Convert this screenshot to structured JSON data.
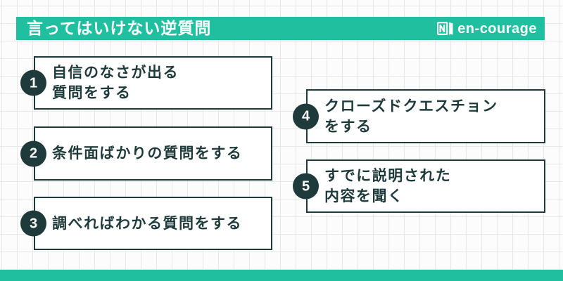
{
  "colors": {
    "accent": "#1fbfa0",
    "dark": "#1f3a3a",
    "background": "#fcfcfc",
    "grid_line": "#e8e8e8"
  },
  "header": {
    "title": "言ってはいけない逆質問",
    "logo_text": "en-courage",
    "logo_icon": "book-icon"
  },
  "items": [
    {
      "number": "1",
      "lines": [
        "自信のなさが出る",
        "質問をする"
      ]
    },
    {
      "number": "2",
      "lines": [
        "条件面ばかりの質問をする"
      ]
    },
    {
      "number": "3",
      "lines": [
        "調べればわかる質問をする"
      ]
    },
    {
      "number": "4",
      "lines": [
        "クローズドクエスチョン",
        "をする"
      ]
    },
    {
      "number": "5",
      "lines": [
        "すでに説明された",
        "内容を聞く"
      ]
    }
  ]
}
